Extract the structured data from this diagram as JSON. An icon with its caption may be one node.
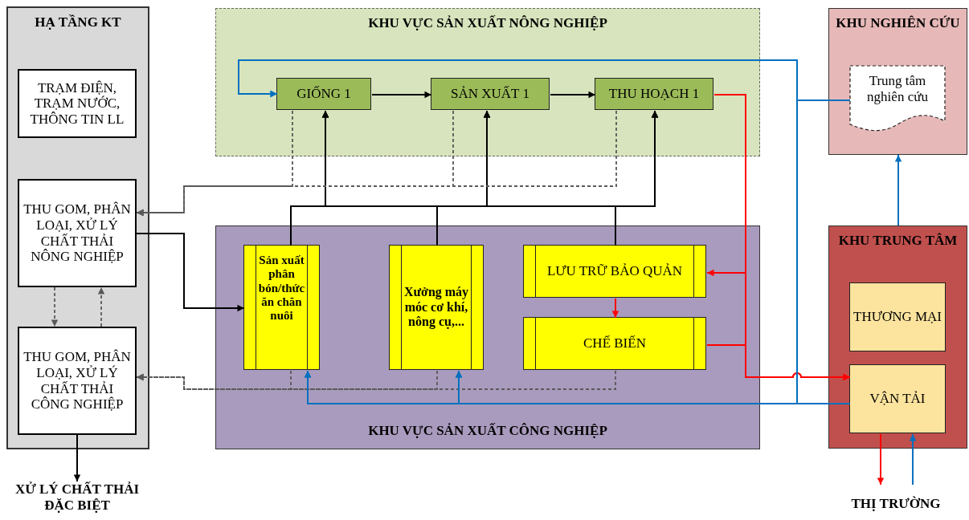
{
  "diagram": {
    "nodes": [
      {
        "text": [
          "HẠ TẦNG KT"
        ]
      },
      {
        "text": [
          "TRẠM ĐIỆN, TRẠM NƯỚC, THÔNG TIN LL"
        ],
        "in": 0
      },
      {
        "text": [
          "THU GOM, PHÂN LOẠI, XỬ LÝ CHẤT THẢI NÔNG NGHIỆP"
        ],
        "in": 0
      },
      {
        "text": [
          "THU GOM, PHÂN LOẠI, XỬ LÝ CHẤT THẢI CÔNG NGHIỆP"
        ],
        "in": 0
      },
      {
        "text": [
          "XỬ LÝ CHẤT THẢI ĐẶC BIỆT"
        ]
      },
      {
        "text": [
          "KHU VỰC SẢN XUẤT NÔNG NGHIỆP"
        ]
      },
      {
        "text": [
          "GIỐNG 1"
        ],
        "in": 5
      },
      {
        "text": [
          "SẢN XUẤT 1"
        ],
        "in": 5
      },
      {
        "text": [
          "THU HOẠCH 1"
        ],
        "in": 5
      },
      {
        "text": [
          "KHU VỰC SẢN XUẤT CÔNG NGHIỆP"
        ]
      },
      {
        "text": [
          "Sản xuất phân bón/thức ăn chăn nuôi"
        ],
        "in": 9
      },
      {
        "text": [
          "Xưởng máy móc cơ khí, nông cụ,..."
        ],
        "in": 9
      },
      {
        "text": [
          "LƯU TRỮ BẢO QUẢN"
        ],
        "in": 9
      },
      {
        "text": [
          "CHẾ BIẾN"
        ],
        "in": 9
      },
      {
        "text": [
          "KHU NGHIÊN CỨU"
        ]
      },
      {
        "text": [
          "Trung tâm nghiên cứu"
        ],
        "in": 14
      },
      {
        "text": [
          "KHU TRUNG TÂM"
        ]
      },
      {
        "text": [
          "THƯƠNG MẠI"
        ],
        "in": 16
      },
      {
        "text": [
          "VẬN TẢI"
        ],
        "in": 16
      },
      {
        "text": [
          "THỊ TRƯỜNG"
        ]
      }
    ],
    "edges": [
      {
        "from": 6,
        "to": 7,
        "arrow": "to"
      },
      {
        "from": 7,
        "to": 8,
        "arrow": "to"
      },
      {
        "from": 10,
        "to": 6,
        "arrow": "to"
      },
      {
        "from": 10,
        "to": 7,
        "arrow": "to"
      },
      {
        "from": 10,
        "to": 8,
        "arrow": "to"
      },
      {
        "from": 11,
        "to": 6,
        "arrow": "to"
      },
      {
        "from": 11,
        "to": 7,
        "arrow": "to"
      },
      {
        "from": 11,
        "to": 8,
        "arrow": "to"
      },
      {
        "from": 12,
        "to": 6,
        "arrow": "to"
      },
      {
        "from": 12,
        "to": 7,
        "arrow": "to"
      },
      {
        "from": 12,
        "to": 8,
        "arrow": "to"
      },
      {
        "from": 2,
        "to": 10,
        "arrow": "to"
      },
      {
        "from": 6,
        "to": 2,
        "arrow": "to",
        "style": "dashed",
        "color": "#595959"
      },
      {
        "from": 7,
        "to": 2,
        "arrow": "to",
        "style": "dashed",
        "color": "#595959"
      },
      {
        "from": 8,
        "to": 2,
        "arrow": "to",
        "style": "dashed",
        "color": "#595959"
      },
      {
        "from": 10,
        "to": 3,
        "arrow": "to",
        "style": "dashed",
        "color": "#595959"
      },
      {
        "from": 11,
        "to": 3,
        "arrow": "to",
        "style": "dashed",
        "color": "#595959"
      },
      {
        "from": 13,
        "to": 3,
        "arrow": "to",
        "style": "dashed",
        "color": "#595959"
      },
      {
        "from": 2,
        "to": 3,
        "arrow": "to",
        "style": "dashed",
        "color": "#595959"
      },
      {
        "from": 3,
        "to": 2,
        "arrow": "to",
        "style": "dashed",
        "color": "#595959"
      },
      {
        "from": 3,
        "to": 4,
        "arrow": "to"
      },
      {
        "from": 8,
        "to": 12,
        "arrow": "to",
        "color": "#ff0000"
      },
      {
        "from": 8,
        "to": 18,
        "arrow": "to",
        "color": "#ff0000"
      },
      {
        "from": 12,
        "to": 13,
        "arrow": "to",
        "color": "#ff0000"
      },
      {
        "from": 13,
        "to": 18,
        "arrow": "to",
        "color": "#ff0000"
      },
      {
        "from": 18,
        "to": 10,
        "arrow": "to",
        "color": "#0070c0"
      },
      {
        "from": 18,
        "to": 11,
        "arrow": "to",
        "color": "#0070c0"
      },
      {
        "from": 18,
        "to": 6,
        "arrow": "to",
        "color": "#0070c0"
      },
      {
        "from": 15,
        "to": 6,
        "arrow": "to",
        "color": "#0070c0"
      },
      {
        "from": 15,
        "to": 10,
        "arrow": "to",
        "color": "#0070c0"
      },
      {
        "from": 15,
        "to": 11,
        "arrow": "to",
        "color": "#0070c0"
      },
      {
        "from": 16,
        "to": 14,
        "arrow": "to",
        "color": "#0070c0"
      },
      {
        "from": 18,
        "to": 19,
        "arrow": "to",
        "color": "#ff0000"
      },
      {
        "from": 19,
        "to": 18,
        "arrow": "to",
        "color": "#0070c0"
      }
    ]
  }
}
